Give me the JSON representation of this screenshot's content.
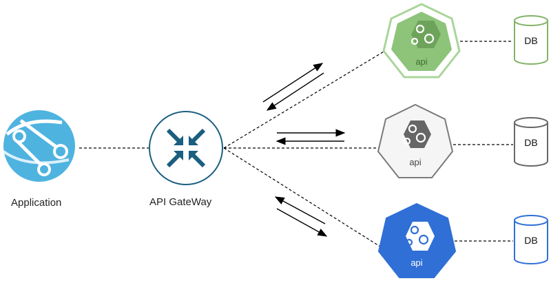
{
  "application": {
    "label": "Application"
  },
  "gateway": {
    "label": "API GateWay"
  },
  "services": [
    {
      "label": "api",
      "db_label": "DB",
      "fill": "#8dc47a",
      "stroke": "#a9d59a",
      "inner": "#6ea35c",
      "db_stroke": "#82b366"
    },
    {
      "label": "api",
      "db_label": "DB",
      "fill": "#f5f5f5",
      "stroke": "#7a7a7a",
      "inner": "#666666",
      "db_stroke": "#666666"
    },
    {
      "label": "api",
      "db_label": "DB",
      "fill": "#2f6fd6",
      "stroke": "#2f6fd6",
      "inner": "#ffffff",
      "db_stroke": "#2f6fd6"
    }
  ],
  "colors": {
    "app_globe": "#4fb3e0",
    "gateway_arrows": "#1a5e80",
    "gateway_ring": "#1a5e80"
  }
}
